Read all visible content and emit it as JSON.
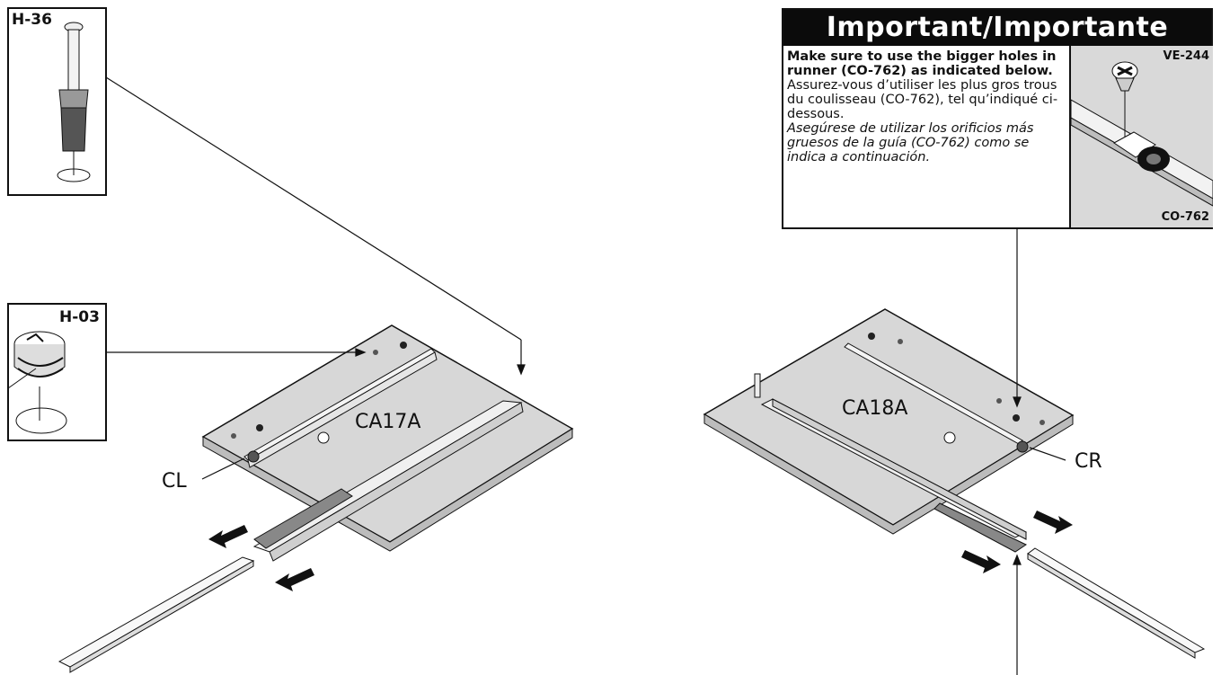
{
  "parts": {
    "h36": "H-36",
    "h03": "H-03"
  },
  "panels": {
    "left": "CA17A",
    "right": "CA18A"
  },
  "callouts": {
    "cl": "CL",
    "cr": "CR"
  },
  "important": {
    "title": "Important/Importante",
    "english": "Make sure to use the bigger holes in runner (CO-762) as indicated below.",
    "french": "Assurez-vous d’utiliser les plus gros trous du coulisseau (CO-762), tel qu’indiqué ci-dessous.",
    "spanish": "Asegúrese de utilizar los orificios más gruesos de la guía (CO-762) como se indica a continuación.",
    "screw_label": "VE-244",
    "runner_label": "CO-762"
  },
  "colors": {
    "ink": "#111111",
    "panel_fill": "#d7d7d7",
    "header_bg": "#0b0b0b"
  }
}
